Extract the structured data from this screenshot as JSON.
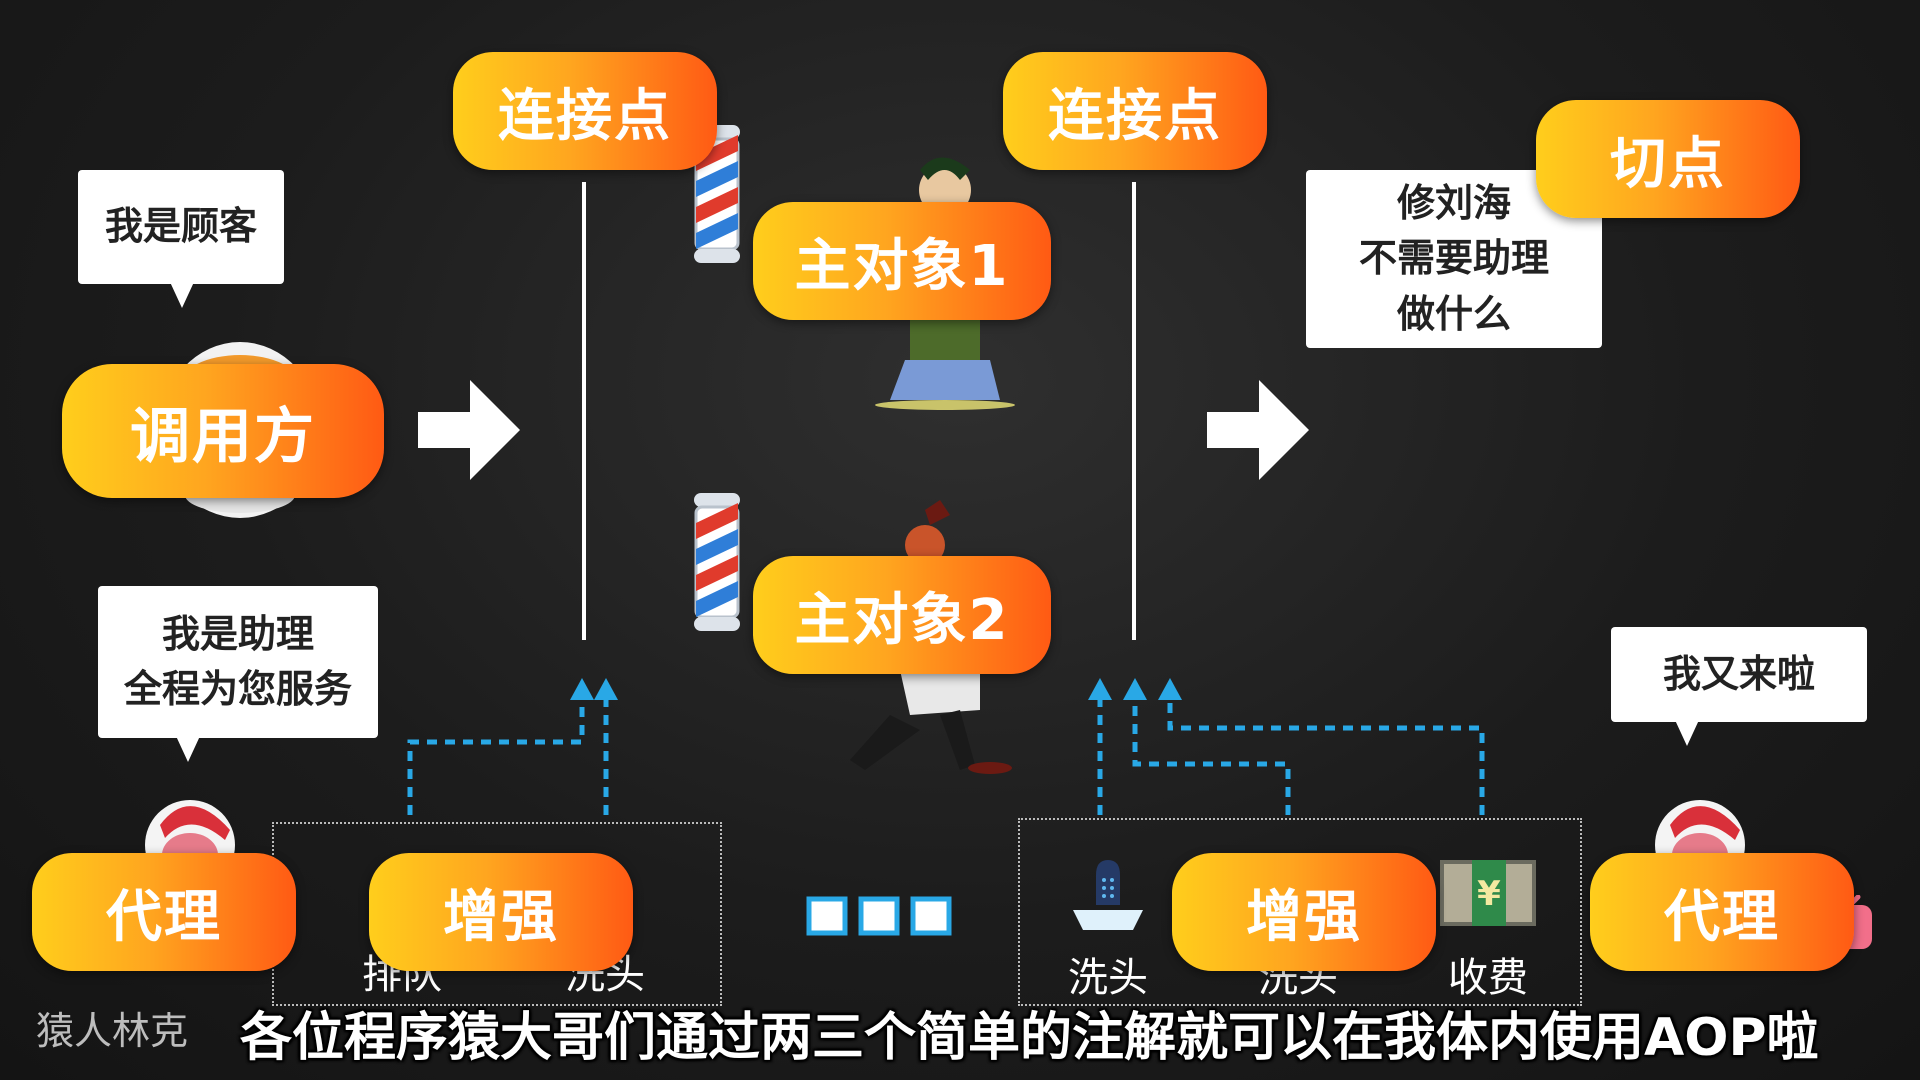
{
  "pills": {
    "join_point_left": "连接点",
    "join_point_right": "连接点",
    "pointcut": "切点",
    "main_object_1": "主对象1",
    "main_object_2": "主对象2",
    "caller": "调用方",
    "proxy_left": "代理",
    "proxy_right": "代理",
    "advice_left": "增强",
    "advice_right": "增强"
  },
  "bubbles": {
    "customer": "我是顾客",
    "assistant_line1": "我是助理",
    "assistant_line2": "全程为您服务",
    "pointcut_line1": "修刘海",
    "pointcut_line2": "不需要助理",
    "pointcut_line3": "做什么",
    "back_again": "我又来啦"
  },
  "labels": {
    "left_item1": "排队",
    "left_item2": "洗头",
    "right_item1": "洗头",
    "right_item2": "洗头",
    "right_item3": "收费"
  },
  "watermark": "猿人林克",
  "subtitle": "各位程序猿大哥们通过两三个简单的注解就可以在我体内使用AOP啦",
  "colors": {
    "pill_start": "#ffce1c",
    "pill_end": "#ff5a14",
    "dash_blue": "#29a8e6",
    "background": "#1c1c1c"
  },
  "icons": [
    "barber-pole-icon",
    "arrow-right-icon",
    "shower-icon",
    "money-icon",
    "ellipsis-squares-icon",
    "bilibili-tv-icon"
  ]
}
